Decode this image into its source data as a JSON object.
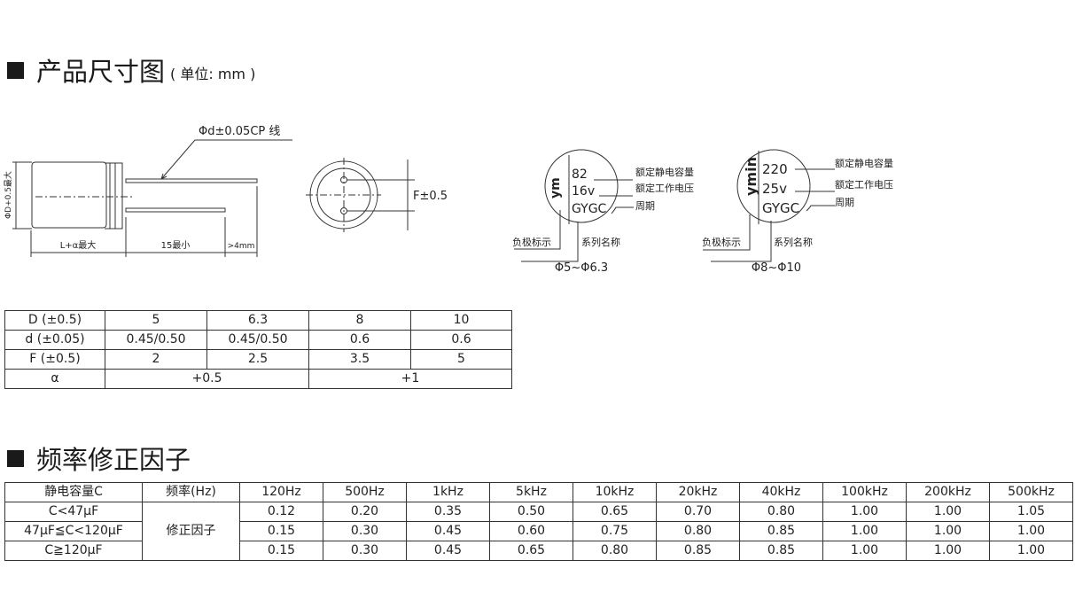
{
  "section1": {
    "title": "产品尺寸图",
    "unit": "( 单位: mm )"
  },
  "diagram": {
    "lead_label": "Φd±0.05CP 线",
    "diameter_label": "ΦD+0.5最大",
    "length_label": "L+α最大",
    "lead_length_label": "15最小",
    "extra_label": ">4mm",
    "pitch_label": "F±0.5"
  },
  "markings": [
    {
      "capacitance": "82",
      "voltage": "16v",
      "series": "GYGC",
      "size_label": "Φ5~Φ6.3"
    },
    {
      "capacitance": "220",
      "voltage": "25v",
      "series": "GYGC",
      "size_label": "Φ8~Φ10"
    }
  ],
  "marking_labels": {
    "rated_capacitance": "额定静电容量",
    "rated_voltage": "额定工作电压",
    "period": "周期",
    "negative": "负极标示",
    "series_name": "系列名称"
  },
  "dim_table": {
    "rows": [
      [
        "D (±0.5)",
        "5",
        "6.3",
        "8",
        "10"
      ],
      [
        "d (±0.05)",
        "0.45/0.50",
        "0.45/0.50",
        "0.6",
        "0.6"
      ],
      [
        "F (±0.5)",
        "2",
        "2.5",
        "3.5",
        "5"
      ],
      [
        "α",
        "+0.5",
        "+1"
      ]
    ]
  },
  "section2": {
    "title": "频率修正因子"
  },
  "freq_table": {
    "header": [
      "静电容量C",
      "频率(Hz)",
      "120Hz",
      "500Hz",
      "1kHz",
      "5kHz",
      "10kHz",
      "20kHz",
      "40kHz",
      "100kHz",
      "200kHz",
      "500kHz"
    ],
    "factor_label": "修正因子",
    "rows": [
      [
        "C<47μF",
        "0.12",
        "0.20",
        "0.35",
        "0.50",
        "0.65",
        "0.70",
        "0.80",
        "1.00",
        "1.00",
        "1.05"
      ],
      [
        "47μF≦C<120μF",
        "0.15",
        "0.30",
        "0.45",
        "0.60",
        "0.75",
        "0.80",
        "0.85",
        "1.00",
        "1.00",
        "1.00"
      ],
      [
        "C≧120μF",
        "0.15",
        "0.30",
        "0.45",
        "0.65",
        "0.80",
        "0.85",
        "0.85",
        "1.00",
        "1.00",
        "1.00"
      ]
    ]
  }
}
